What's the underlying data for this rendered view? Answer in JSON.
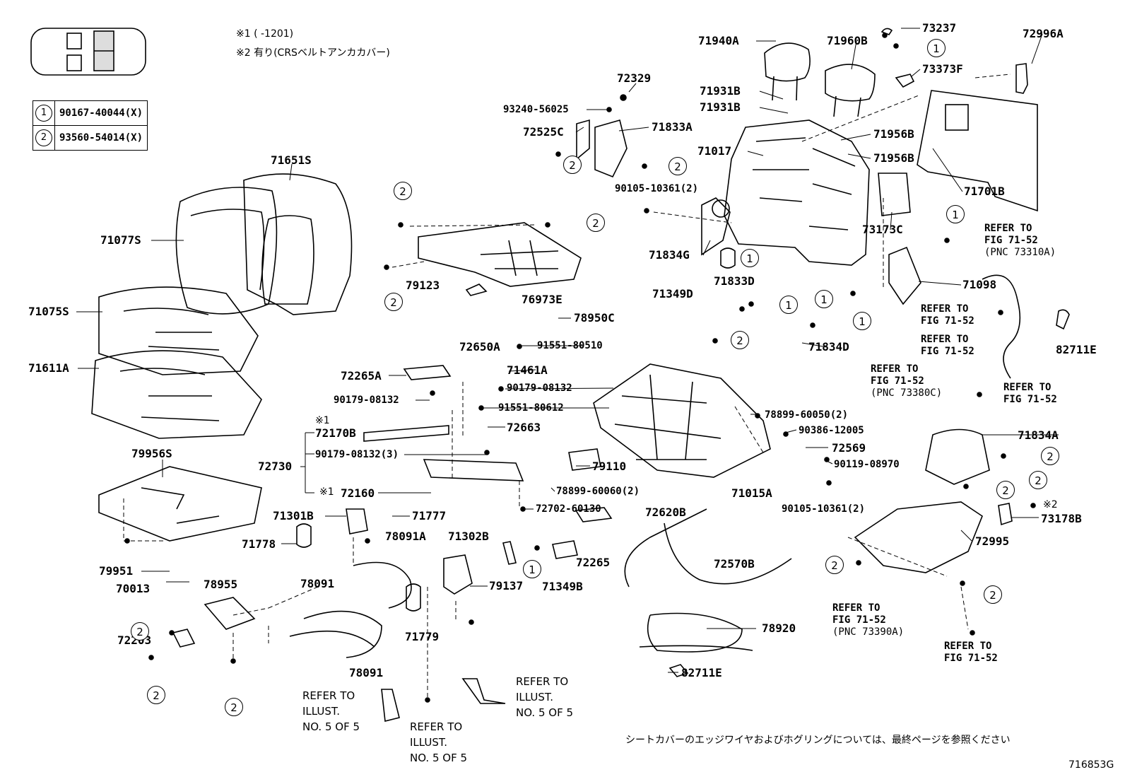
{
  "notes": {
    "n1": "※1 (     -1201)",
    "n2": "※2 有り(CRSベルトアンカカバー)",
    "footer": "シートカバーのエッジワイヤおよびホグリングについては、最終ページを参照ください",
    "fig_id": "716853G"
  },
  "legend": [
    {
      "mark": "1",
      "part": "90167-40044(X)"
    },
    {
      "mark": "2",
      "part": "93560-54014(X)"
    }
  ],
  "labels": {
    "p71940A": "71940A",
    "p71960B": "71960B",
    "p73237": "73237",
    "p72996A": "72996A",
    "p73373F": "73373F",
    "p72329": "72329",
    "p71931B_1": "71931B",
    "p71931B_2": "71931B",
    "p93240": "93240-56025",
    "p72525C": "72525C",
    "p71833A": "71833A",
    "p71017": "71017",
    "p71956B_1": "71956B",
    "p71956B_2": "71956B",
    "p71701B": "71701B",
    "p71651S": "71651S",
    "p90105a": "90105-10361(2)",
    "p73173C": "73173C",
    "p71077S": "71077S",
    "p79123": "79123",
    "p76973E": "76973E",
    "p71834G": "71834G",
    "p71098": "71098",
    "p71349D": "71349D",
    "p71833D": "71833D",
    "p71075S": "71075S",
    "p78950C": "78950C",
    "p82711E_1": "82711E",
    "p72650A": "72650A",
    "p91551a": "91551-80510",
    "p71834D": "71834D",
    "p71611A": "71611A",
    "p71461A": "71461A",
    "p72265A": "72265A",
    "p90179a": "90179-08132",
    "p90179b": "90179-08132",
    "p91551b": "91551-80612",
    "p78899a": "78899-60050(2)",
    "p72170B": "72170B",
    "p90386": "90386-12005",
    "p72663": "72663",
    "p71834A": "71834A",
    "p72569": "72569",
    "p79956S": "79956S",
    "p90179c": "90179-08132(3)",
    "p90119": "90119-08970",
    "p72730": "72730",
    "p79110": "79110",
    "p72160": "72160",
    "p78899b": "78899-60060(2)",
    "p71015A": "71015A",
    "p71301B": "71301B",
    "p71777": "71777",
    "p72702": "72702-60130",
    "p72620B": "72620B",
    "p90105b": "90105-10361(2)",
    "p73178B": "73178B",
    "p71778": "71778",
    "p78091A": "78091A",
    "p71302B": "71302B",
    "p72995": "72995",
    "p72570B": "72570B",
    "p72265": "72265",
    "p79951": "79951",
    "p70013": "70013",
    "p78955": "78955",
    "p79137": "79137",
    "p71349B": "71349B",
    "p78091_1": "78091",
    "p78091_2": "78091",
    "p78920": "78920",
    "p72203": "72203",
    "p71779": "71779",
    "p82711E_2": "82711E"
  },
  "marks": {
    "m1": "※1",
    "m1b": "※1",
    "m2": "※2"
  },
  "refs": {
    "r1": [
      "REFER TO",
      "FIG 71-52",
      "(PNC 73310A)"
    ],
    "r2": [
      "REFER TO",
      "FIG 71-52"
    ],
    "r3": [
      "REFER TO",
      "FIG 71-52"
    ],
    "r4": [
      "REFER TO",
      "FIG 71-52",
      "(PNC 73380C)"
    ],
    "r5": [
      "REFER TO",
      "FIG 71-52"
    ],
    "r6": [
      "REFER TO",
      "FIG 71-52",
      "(PNC 73390A)"
    ],
    "r7": [
      "REFER TO",
      "FIG 71-52"
    ],
    "i1": [
      "REFER TO",
      "ILLUST.",
      "NO. 5 OF 5"
    ],
    "i2": [
      "REFER TO",
      "ILLUST.",
      "NO. 5 OF 5"
    ],
    "i3": [
      "REFER TO",
      "ILLUST.",
      "NO. 5 OF 5"
    ]
  },
  "circles": {
    "one": "1",
    "two": "2"
  }
}
